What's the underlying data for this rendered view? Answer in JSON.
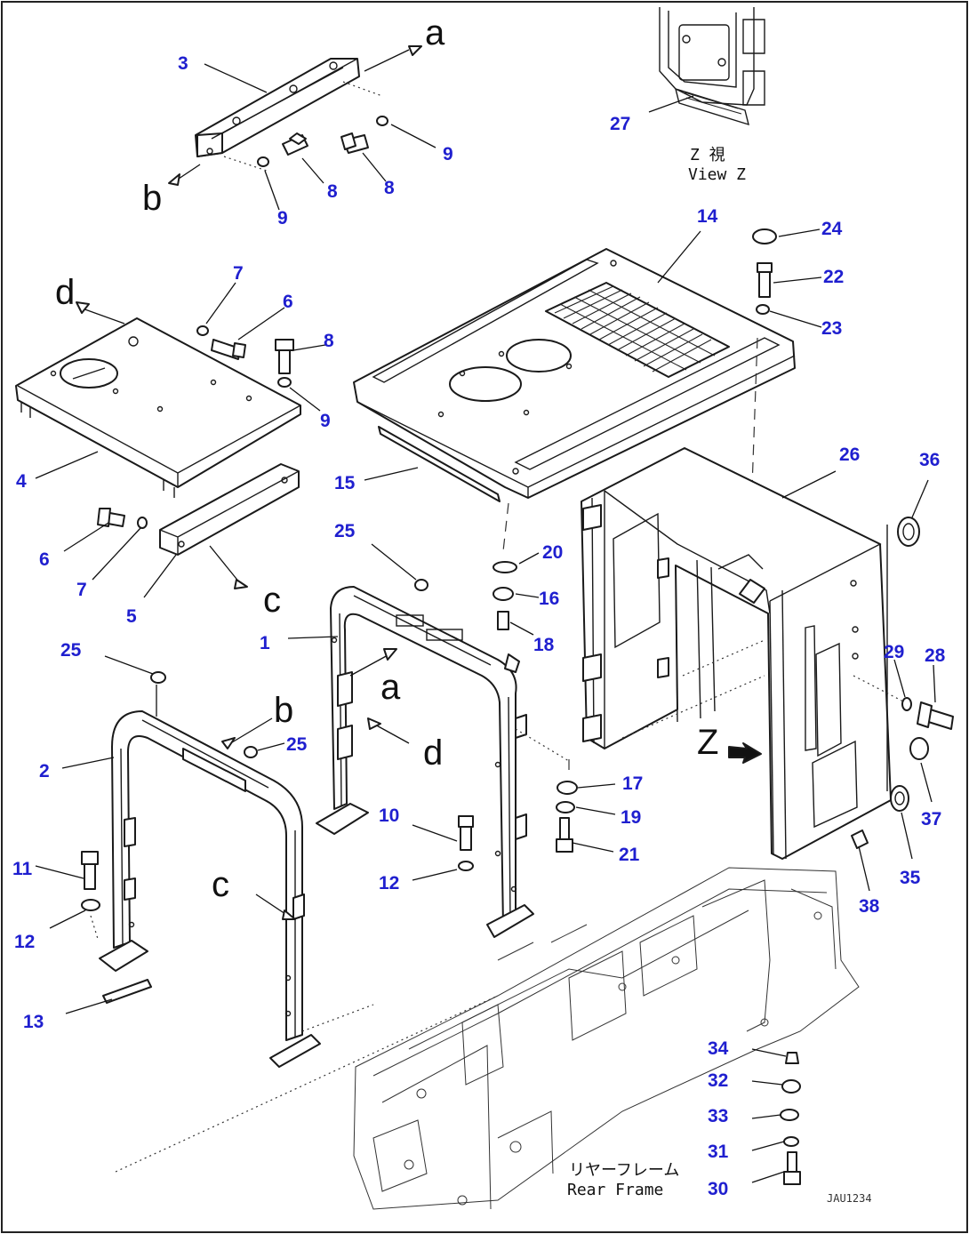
{
  "figure": {
    "view_caption": {
      "line1": "Z  視",
      "line2": "View Z"
    },
    "frame_caption": {
      "line1": "リヤーフレーム",
      "line2": "Rear Frame"
    },
    "drawing_code": "JAU1234"
  },
  "direction_letters": {
    "a": "a",
    "b": "b",
    "c": "c",
    "d": "d",
    "z": "Z"
  },
  "callouts": [
    {
      "id": "c1",
      "text": "1"
    },
    {
      "id": "c2",
      "text": "2"
    },
    {
      "id": "c3",
      "text": "3"
    },
    {
      "id": "c4",
      "text": "4"
    },
    {
      "id": "c5",
      "text": "5"
    },
    {
      "id": "c6a",
      "text": "6"
    },
    {
      "id": "c6b",
      "text": "6"
    },
    {
      "id": "c7a",
      "text": "7"
    },
    {
      "id": "c7b",
      "text": "7"
    },
    {
      "id": "c8a",
      "text": "8"
    },
    {
      "id": "c8b",
      "text": "8"
    },
    {
      "id": "c8c",
      "text": "8"
    },
    {
      "id": "c9a",
      "text": "9"
    },
    {
      "id": "c9b",
      "text": "9"
    },
    {
      "id": "c9c",
      "text": "9"
    },
    {
      "id": "c10",
      "text": "10"
    },
    {
      "id": "c11",
      "text": "11"
    },
    {
      "id": "c12a",
      "text": "12"
    },
    {
      "id": "c12b",
      "text": "12"
    },
    {
      "id": "c13",
      "text": "13"
    },
    {
      "id": "c14",
      "text": "14"
    },
    {
      "id": "c15",
      "text": "15"
    },
    {
      "id": "c16",
      "text": "16"
    },
    {
      "id": "c17",
      "text": "17"
    },
    {
      "id": "c18",
      "text": "18"
    },
    {
      "id": "c19",
      "text": "19"
    },
    {
      "id": "c20",
      "text": "20"
    },
    {
      "id": "c21",
      "text": "21"
    },
    {
      "id": "c22",
      "text": "22"
    },
    {
      "id": "c23",
      "text": "23"
    },
    {
      "id": "c24",
      "text": "24"
    },
    {
      "id": "c25a",
      "text": "25"
    },
    {
      "id": "c25b",
      "text": "25"
    },
    {
      "id": "c25c",
      "text": "25"
    },
    {
      "id": "c26",
      "text": "26"
    },
    {
      "id": "c27",
      "text": "27"
    },
    {
      "id": "c28",
      "text": "28"
    },
    {
      "id": "c29",
      "text": "29"
    },
    {
      "id": "c30",
      "text": "30"
    },
    {
      "id": "c31",
      "text": "31"
    },
    {
      "id": "c32",
      "text": "32"
    },
    {
      "id": "c33",
      "text": "33"
    },
    {
      "id": "c34",
      "text": "34"
    },
    {
      "id": "c35",
      "text": "35"
    },
    {
      "id": "c36",
      "text": "36"
    },
    {
      "id": "c37",
      "text": "37"
    },
    {
      "id": "c38",
      "text": "38"
    }
  ],
  "colors": {
    "callout": "#1f1fcf",
    "line": "#1a1a1a",
    "background": "#ffffff"
  }
}
